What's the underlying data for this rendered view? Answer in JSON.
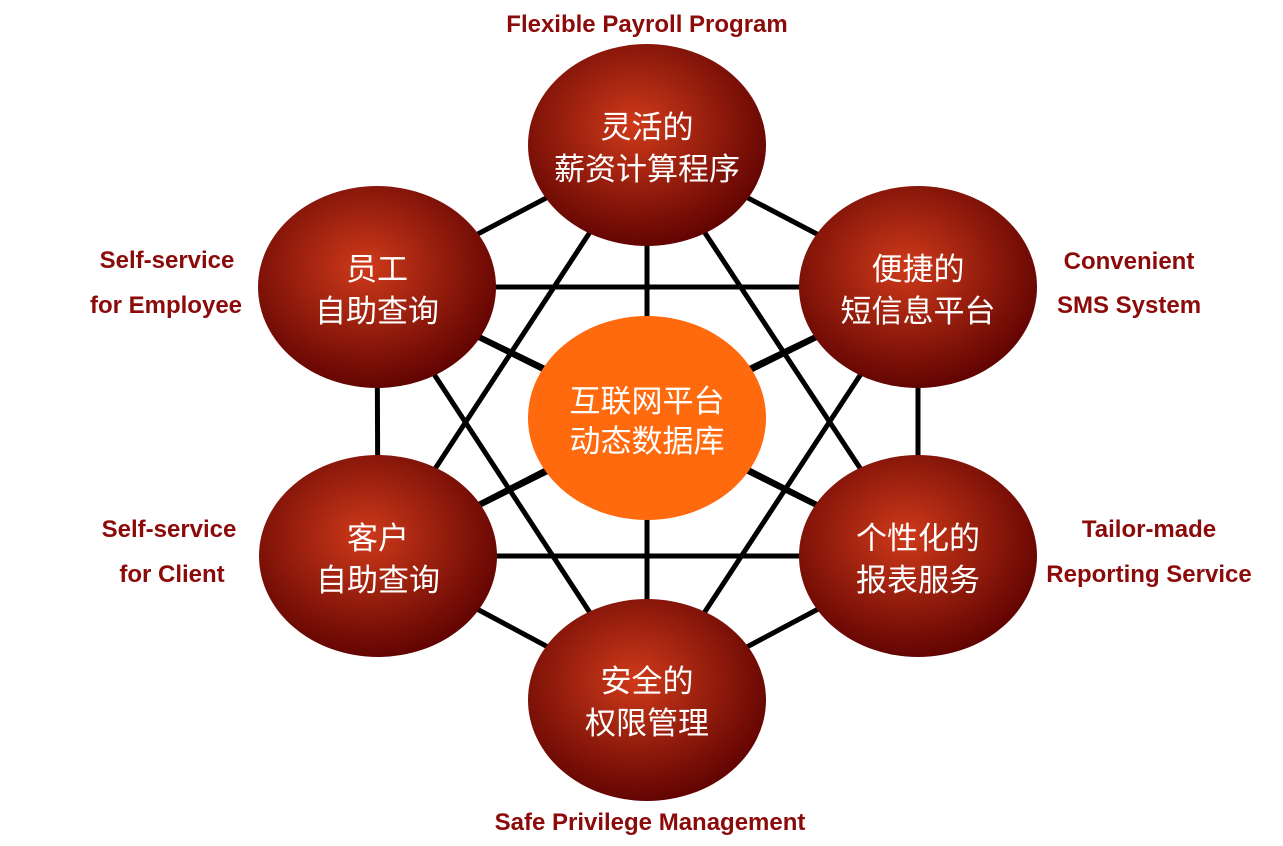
{
  "diagram": {
    "center": {
      "line1": "互联网平台",
      "line2": "动态数据库",
      "color": "#ff6a0e"
    },
    "node_color_light": "#cf3a1a",
    "node_color_dark": "#5a0000",
    "line_color": "#000000",
    "label_color": "#8b0a0a",
    "nodes": [
      {
        "id": "payroll",
        "line1": "灵活的",
        "line2": "薪资计算程序",
        "label1": "Flexible Payroll Program",
        "label2": ""
      },
      {
        "id": "sms",
        "line1": "便捷的",
        "line2": "短信息平台",
        "label1": "Convenient",
        "label2": "SMS System"
      },
      {
        "id": "reporting",
        "line1": "个性化的",
        "line2": "报表服务",
        "label1": "Tailor-made",
        "label2": "Reporting Service"
      },
      {
        "id": "privilege",
        "line1": "安全的",
        "line2": "权限管理",
        "label1": "Safe Privilege Management",
        "label2": ""
      },
      {
        "id": "client",
        "line1": "客户",
        "line2": "自助查询",
        "label1": "Self-service",
        "label2": "for Client"
      },
      {
        "id": "employee",
        "line1": "员工",
        "line2": "自助查询",
        "label1": "Self-service",
        "label2": "for Employee"
      }
    ]
  }
}
